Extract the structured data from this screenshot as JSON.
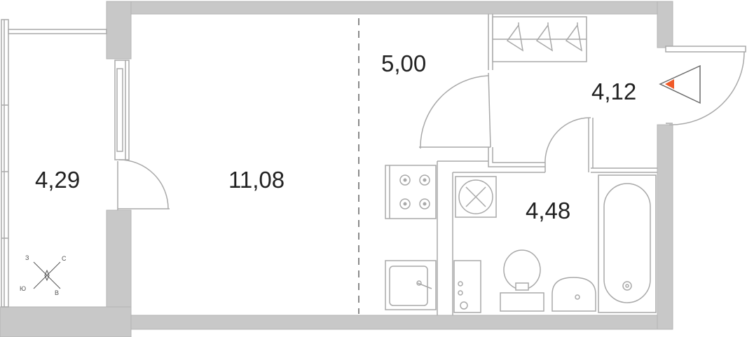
{
  "rooms": [
    {
      "id": "balcony",
      "area": "4,29"
    },
    {
      "id": "living",
      "area": "11,08"
    },
    {
      "id": "kitchen",
      "area": "5,00"
    },
    {
      "id": "hall",
      "area": "4,12"
    },
    {
      "id": "bathroom",
      "area": "4,48"
    }
  ],
  "compass": {
    "n": "С",
    "s": "Ю",
    "w": "З",
    "e": "В"
  },
  "colors": {
    "wall": "#c8c8c8",
    "line": "#a9a9a9",
    "accent": "#f05a28",
    "text": "#222222"
  }
}
